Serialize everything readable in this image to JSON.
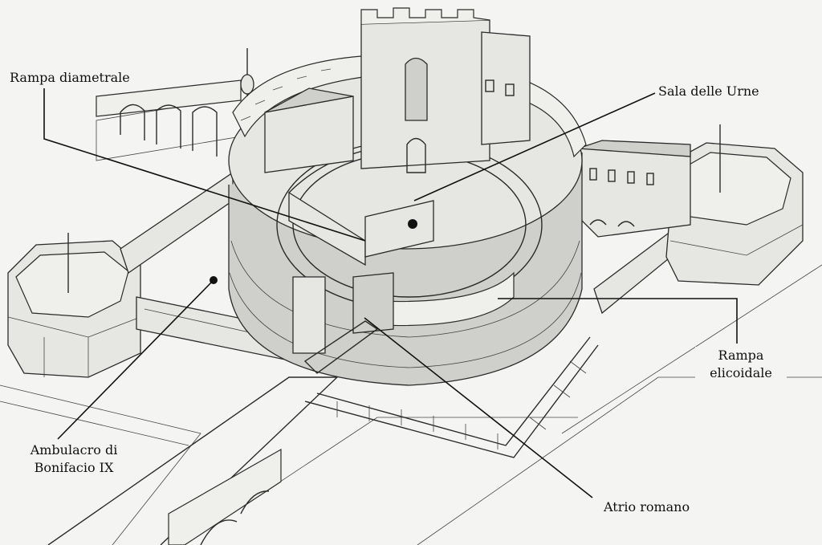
{
  "labels": {
    "rampa_diametrale": "Rampa diametrale",
    "sala_delle_urne": "Sala delle Urne",
    "rampa_elicoidale_line1": "Rampa",
    "rampa_elicoidale_line2": "elicoidale",
    "ambulacro_line1": "Ambulacro di",
    "ambulacro_line2": "Bonifacio IX",
    "atrio_romano": "Atrio romano"
  }
}
